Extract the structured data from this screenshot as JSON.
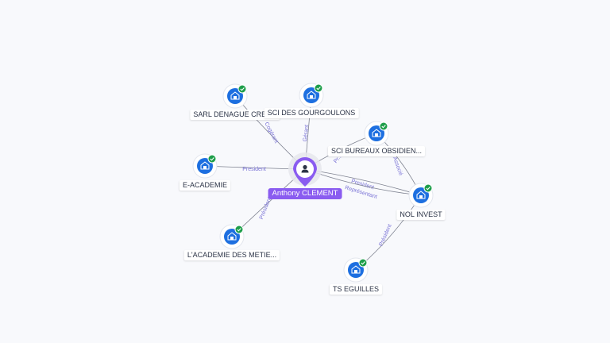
{
  "colors": {
    "person": "#8a5cf0",
    "company": "#1d6fe0",
    "check": "#1e9e4a",
    "edge": "#7f8391",
    "edge_label": "#7a73d6"
  },
  "person": {
    "name": "Anthony CLEMENT",
    "icon": "user-icon"
  },
  "companies": [
    {
      "id": "sarl",
      "label": "SARL DENAGUE CREA...",
      "icon": "building-icon"
    },
    {
      "id": "gourg",
      "label": "SCI DES GOURGOULONS",
      "icon": "building-icon"
    },
    {
      "id": "bureaux",
      "label": "SCI BUREAUX OBSIDIEN...",
      "icon": "building-icon"
    },
    {
      "id": "eacad",
      "label": "E-ACADEMIE",
      "icon": "building-icon"
    },
    {
      "id": "nol",
      "label": "NOL INVEST",
      "icon": "building-icon"
    },
    {
      "id": "lacad",
      "label": "L'ACADEMIE DES METIE...",
      "icon": "building-icon"
    },
    {
      "id": "ts",
      "label": "TS EGUILLES",
      "icon": "building-icon"
    }
  ],
  "relations": [
    {
      "from": "person",
      "to": "sarl",
      "label": "Cogérant"
    },
    {
      "from": "person",
      "to": "gourg",
      "label": "Gérant"
    },
    {
      "from": "person",
      "to": "bureaux",
      "label": "Pr..."
    },
    {
      "from": "person",
      "to": "eacad",
      "label": "President"
    },
    {
      "from": "person",
      "to": "nol",
      "label": "President"
    },
    {
      "from": "person",
      "to": "nol",
      "label": "Représentant"
    },
    {
      "from": "person",
      "to": "lacad",
      "label": "Président"
    },
    {
      "from": "nol",
      "to": "bureaux",
      "label": "Associé"
    },
    {
      "from": "nol",
      "to": "ts",
      "label": "Président"
    }
  ]
}
